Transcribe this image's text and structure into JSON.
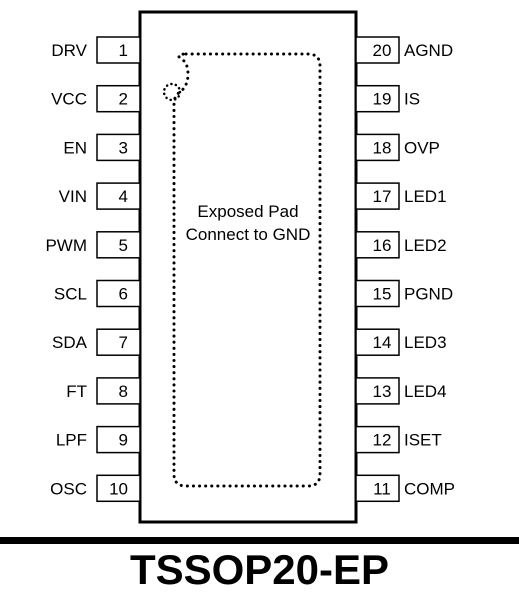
{
  "package": {
    "name": "TSSOP20-EP",
    "pad_label_line1": "Exposed Pad",
    "pad_label_line2": "Connect to GND"
  },
  "pins_left": [
    {
      "num": "1",
      "name": "DRV"
    },
    {
      "num": "2",
      "name": "VCC"
    },
    {
      "num": "3",
      "name": "EN"
    },
    {
      "num": "4",
      "name": "VIN"
    },
    {
      "num": "5",
      "name": "PWM"
    },
    {
      "num": "6",
      "name": "SCL"
    },
    {
      "num": "7",
      "name": "SDA"
    },
    {
      "num": "8",
      "name": "FT"
    },
    {
      "num": "9",
      "name": "LPF"
    },
    {
      "num": "10",
      "name": "OSC"
    }
  ],
  "pins_right": [
    {
      "num": "20",
      "name": "AGND"
    },
    {
      "num": "19",
      "name": "IS"
    },
    {
      "num": "18",
      "name": "OVP"
    },
    {
      "num": "17",
      "name": "LED1"
    },
    {
      "num": "16",
      "name": "LED2"
    },
    {
      "num": "15",
      "name": "PGND"
    },
    {
      "num": "14",
      "name": "LED3"
    },
    {
      "num": "13",
      "name": "LED4"
    },
    {
      "num": "12",
      "name": "ISET"
    },
    {
      "num": "11",
      "name": "COMP"
    }
  ]
}
